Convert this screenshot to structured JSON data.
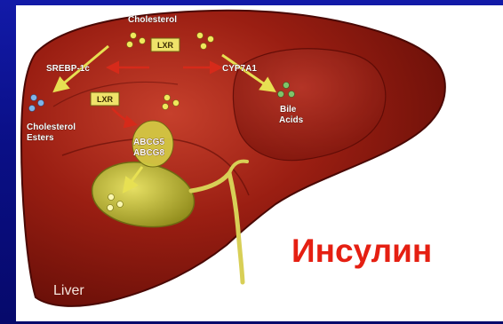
{
  "diagram": {
    "labels": {
      "cholesterol": "Cholesterol",
      "lxr_top": "LXR",
      "lxr_left": "LXR",
      "srebp": "SREBP-1c",
      "cyp7a1": "CYP7A1",
      "cholesterol_esters_line1": "Cholesterol",
      "cholesterol_esters_line2": "Esters",
      "abcg5": "ABCG5",
      "abcg8": "ABCG8",
      "bile_line1": "Bile",
      "bile_line2": "Acids",
      "liver": "Liver"
    },
    "overlay_text": "Инсулин",
    "colors": {
      "slide_background": "#0a0f86",
      "liver": "#8e1a10",
      "gallbladder": "#c9c23a",
      "overlay_text": "#e51f12",
      "arrow_yellow": "#e7e052",
      "arrow_red": "#d62a1a"
    }
  }
}
